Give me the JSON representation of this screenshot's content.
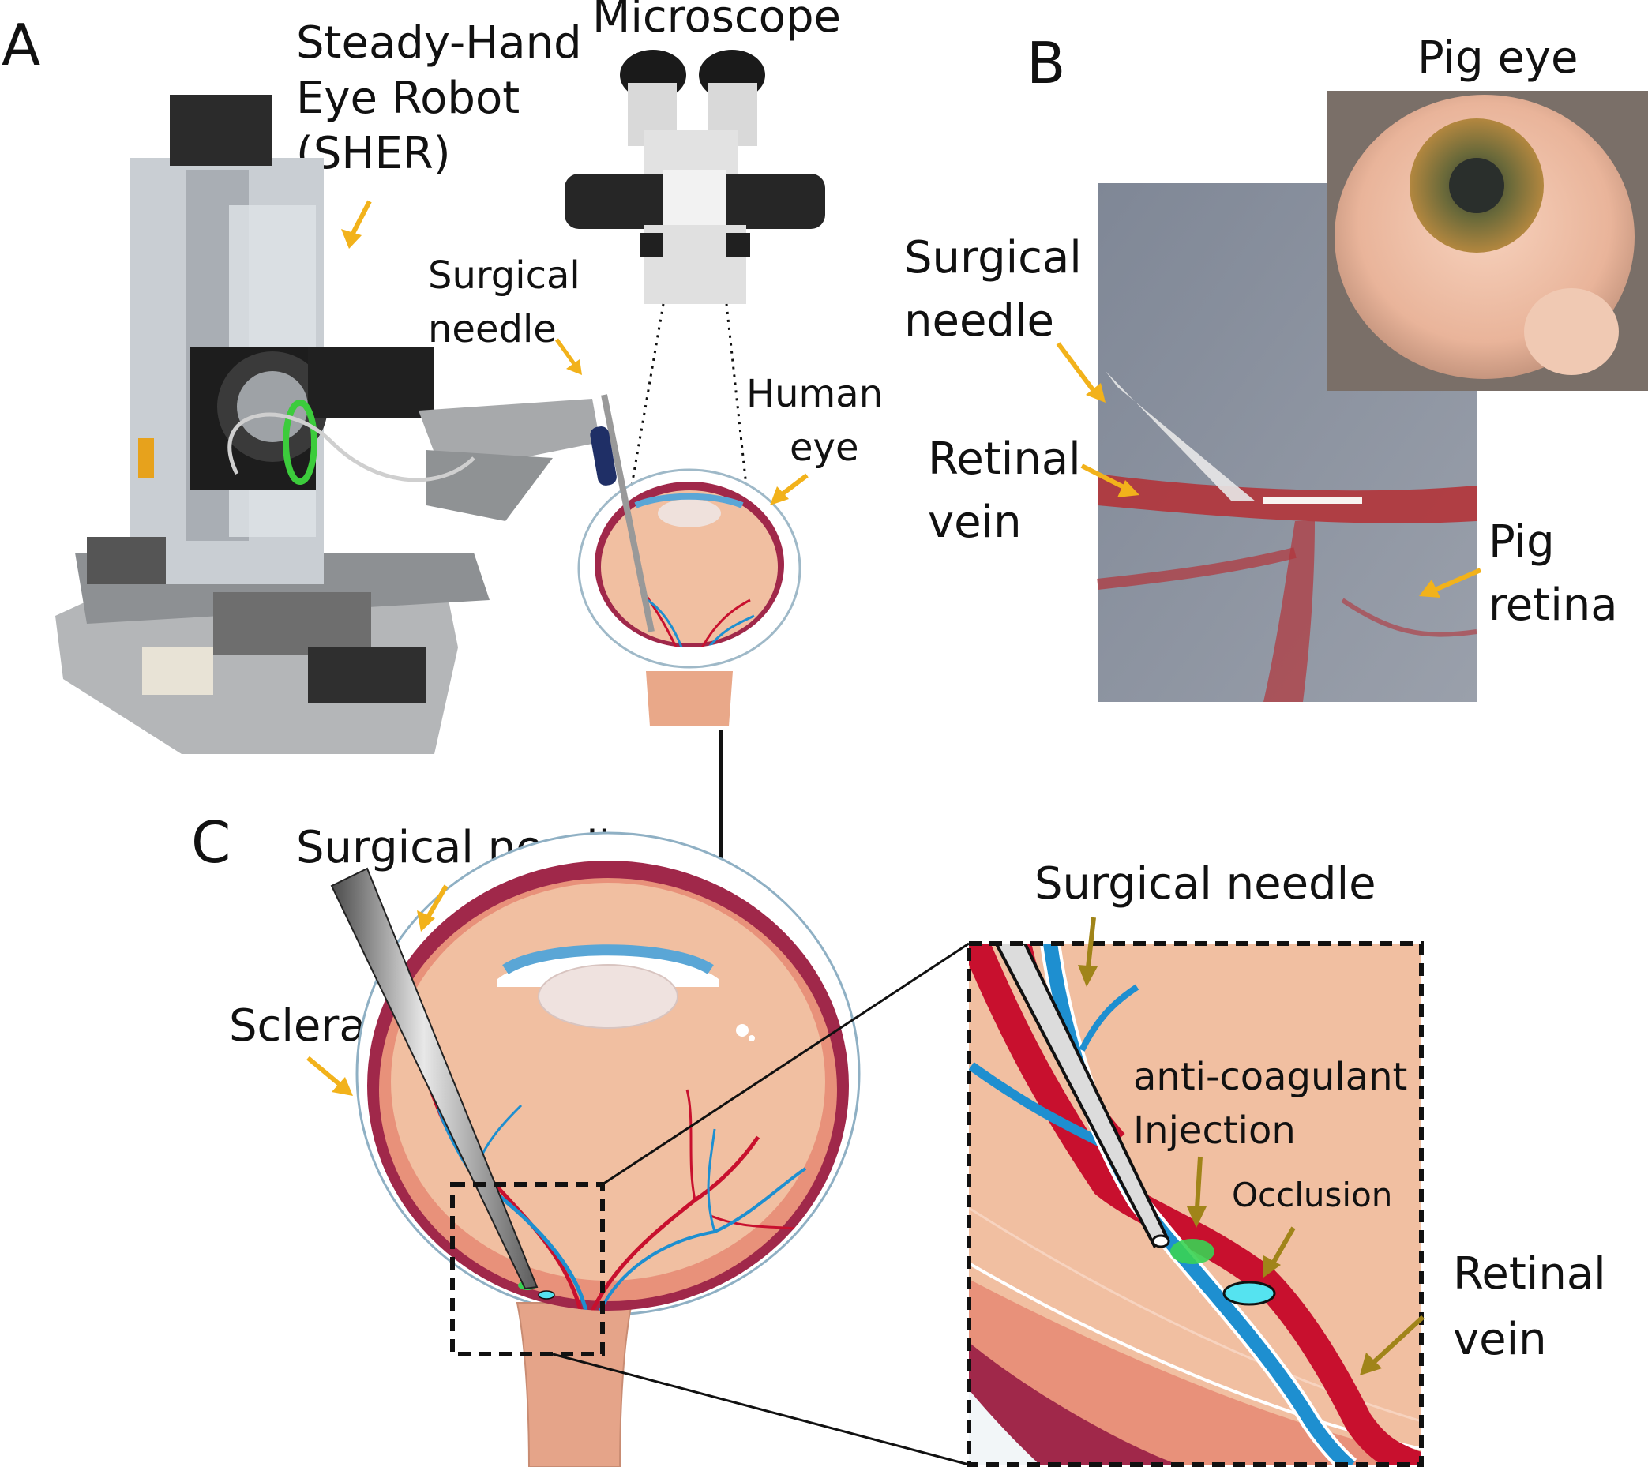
{
  "panels": {
    "a": "A",
    "b": "B",
    "c": "C"
  },
  "panel_a": {
    "robot_label": [
      "Steady-Hand",
      "Eye Robot",
      "(SHER)"
    ],
    "microscope_label": "Microscope",
    "needle_label": [
      "Surgical",
      "needle"
    ],
    "eye_label": [
      "Human",
      "eye"
    ]
  },
  "panel_b": {
    "inset_label": "Pig eye",
    "needle_label": [
      "Surgical",
      "needle"
    ],
    "vein_label": [
      "Retinal",
      "vein"
    ],
    "retina_label": [
      "Pig",
      "retina"
    ]
  },
  "panel_c": {
    "needle_label": "Surgical needle",
    "sclera_label": "Sclera",
    "zoom_needle_label": "Surgical needle",
    "injection_label": [
      "anti-coagulant",
      "Injection"
    ],
    "occlusion_label": "Occlusion",
    "zoom_vein_label": [
      "Retinal",
      "vein"
    ]
  },
  "colors": {
    "arrow_orange": "#F2B21B",
    "arrow_olive": "#A08419",
    "vein_red": "#C8102E",
    "artery_blue": "#1E8FD0",
    "eye_fill": "#F1BFA1",
    "sclera_dark": "#A0284A",
    "injection_green": "#39D353",
    "occlusion_cyan": "#55E3F0"
  }
}
